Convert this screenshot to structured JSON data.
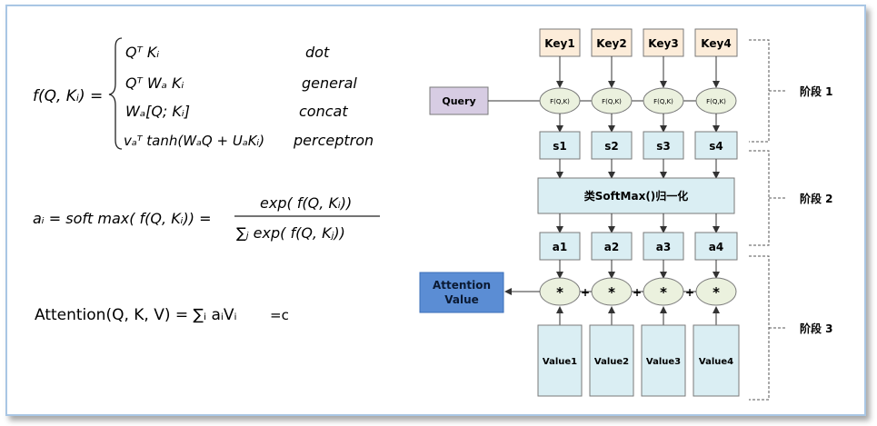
{
  "formulas": {
    "f_lhs": "f(Q, Kᵢ) =",
    "cases": [
      {
        "expr": "Qᵀ Kᵢ",
        "name": "dot"
      },
      {
        "expr": "Qᵀ Wₐ Kᵢ",
        "name": "general"
      },
      {
        "expr": "Wₐ[Q; Kᵢ]",
        "name": "concat"
      },
      {
        "expr": "vₐᵀ tanh(WₐQ + UₐKᵢ)",
        "name": "perceptron"
      }
    ],
    "softmax_lhs": "aᵢ = soft max( f(Q, Kᵢ)) =",
    "softmax_num": "exp( f(Q, Kᵢ))",
    "softmax_den": "∑ⱼ exp( f(Q, Kⱼ))",
    "attention": "Attention(Q, K, V) = ∑ᵢ aᵢVᵢ",
    "attention_suffix": "=c"
  },
  "diagram": {
    "keys": [
      "Key1",
      "Key2",
      "Key3",
      "Key4"
    ],
    "query": "Query",
    "f_nodes": [
      "F(Q,K)",
      "F(Q,K)",
      "F(Q,K)",
      "F(Q,K)"
    ],
    "scores": [
      "s1",
      "s2",
      "s3",
      "s4"
    ],
    "softmax": "类SoftMax()归一化",
    "weights": [
      "a1",
      "a2",
      "a3",
      "a4"
    ],
    "mult_nodes": [
      "*",
      "*",
      "*",
      "*"
    ],
    "plus": [
      "+",
      "+",
      "+"
    ],
    "values": [
      "Value1",
      "Value2",
      "Value3",
      "Value4"
    ],
    "output_line1": "Attention",
    "output_line2": "Value",
    "stages": [
      "阶段 1",
      "阶段 2",
      "阶段 3"
    ],
    "colors": {
      "key_fill": "#fcecd9",
      "query_fill": "#d7cce3",
      "box_fill": "#daeef3",
      "ellipse_fill": "#ebf1de",
      "output_fill": "#5b8dd4",
      "stroke": "#7a7a7a"
    }
  }
}
